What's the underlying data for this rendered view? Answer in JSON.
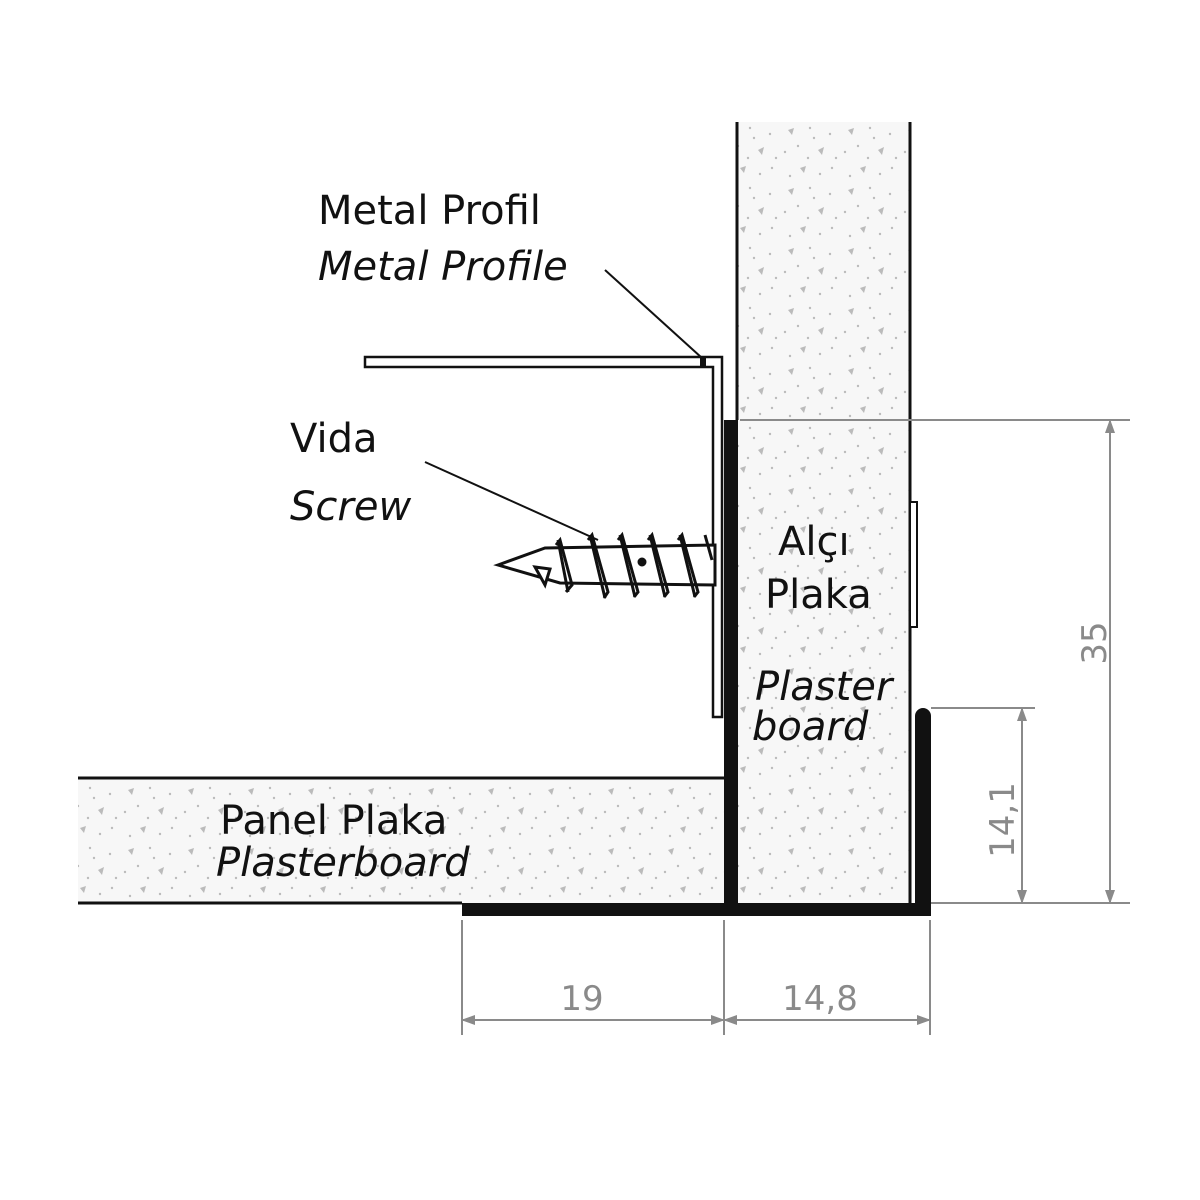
{
  "labels": {
    "metal_profile_tr": "Metal Profil",
    "metal_profile_en": "Metal Profile",
    "screw_tr": "Vida",
    "screw_en": "Screw",
    "board_tr_1": "Alçı",
    "board_tr_2": "Plaka",
    "board_en_1": "Plaster",
    "board_en_2": "board",
    "panel_tr": "Panel Plaka",
    "panel_en": "Plasterboard"
  },
  "dimensions": {
    "total_height": "35",
    "profile_height": "14,1",
    "panel_width": "19",
    "profile_width": "14,8"
  },
  "colors": {
    "line": "#111111",
    "dimension": "#8a8a8a",
    "speckle": "#b5b5b5"
  }
}
